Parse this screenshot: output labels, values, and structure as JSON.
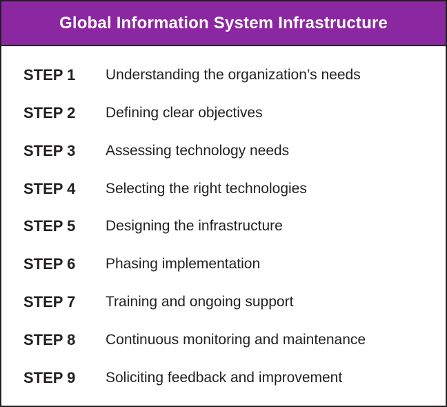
{
  "header": {
    "title": "Global Information System Infrastructure",
    "background_color": "#8b27a0",
    "text_color": "#ffffff"
  },
  "steps": [
    {
      "label": "STEP 1",
      "text": "Understanding the organization’s needs"
    },
    {
      "label": "STEP 2",
      "text": "Defining clear objectives"
    },
    {
      "label": "STEP 3",
      "text": "Assessing technology needs"
    },
    {
      "label": "STEP 4",
      "text": "Selecting the right technologies"
    },
    {
      "label": "STEP 5",
      "text": "Designing the infrastructure"
    },
    {
      "label": "STEP 6",
      "text": "Phasing implementation"
    },
    {
      "label": "STEP 7",
      "text": "Training and ongoing support"
    },
    {
      "label": "STEP 8",
      "text": "Continuous monitoring and maintenance"
    },
    {
      "label": "STEP 9",
      "text": "Soliciting feedback and improvement"
    }
  ]
}
